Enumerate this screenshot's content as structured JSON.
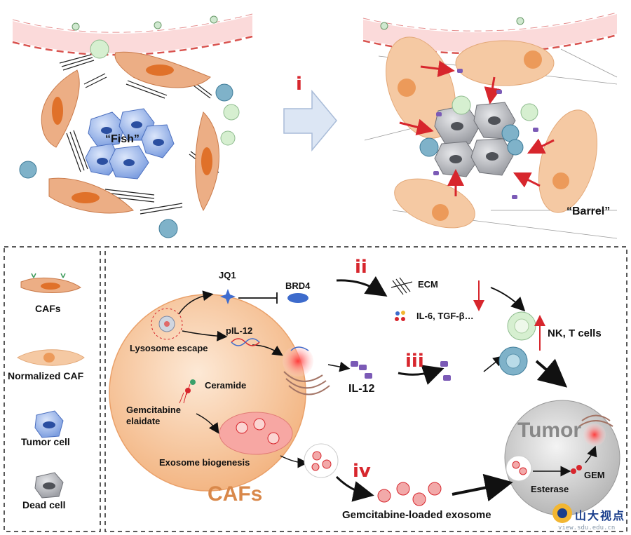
{
  "top": {
    "fish_label": "“Fish”",
    "barrel_label": "“Barrel”",
    "step_i": "i"
  },
  "legend": {
    "cafs": "CAFs",
    "normalized": "Normalized CAF",
    "tumor": "Tumor cell",
    "dead": "Dead cell"
  },
  "mechanism": {
    "jq1": "JQ1",
    "brd4": "BRD4",
    "lysosome": "Lysosome escape",
    "pil12": "pIL-12",
    "ceramide": "Ceramide",
    "gem_elaidate_1": "Gemcitabine",
    "gem_elaidate_2": "elaidate",
    "exosome_biogenesis": "Exosome biogenesis",
    "il12": "IL-12",
    "cafs_big": "CAFs",
    "ecm": "ECM",
    "cytokines": "IL-6, TGF-β…",
    "nk_t": "NK, T cells",
    "gem_exosome": "Gemcitabine-loaded exosome",
    "tumor_big": "Tumor",
    "esterase": "Esterase",
    "gem": "GEM",
    "step_ii": "ii",
    "step_iii": "iii",
    "step_iv": "iv"
  },
  "watermark": {
    "cn": "山大视点",
    "url": "view.sdu.edu.cn"
  },
  "colors": {
    "caf": "#e8955a",
    "caf_dark": "#e0712a",
    "normalized": "#f5c9a3",
    "tumor": "#8faee8",
    "dead": "#a9aab0",
    "arrow_red": "#d7262d",
    "big_caf": "#f7caa0"
  }
}
